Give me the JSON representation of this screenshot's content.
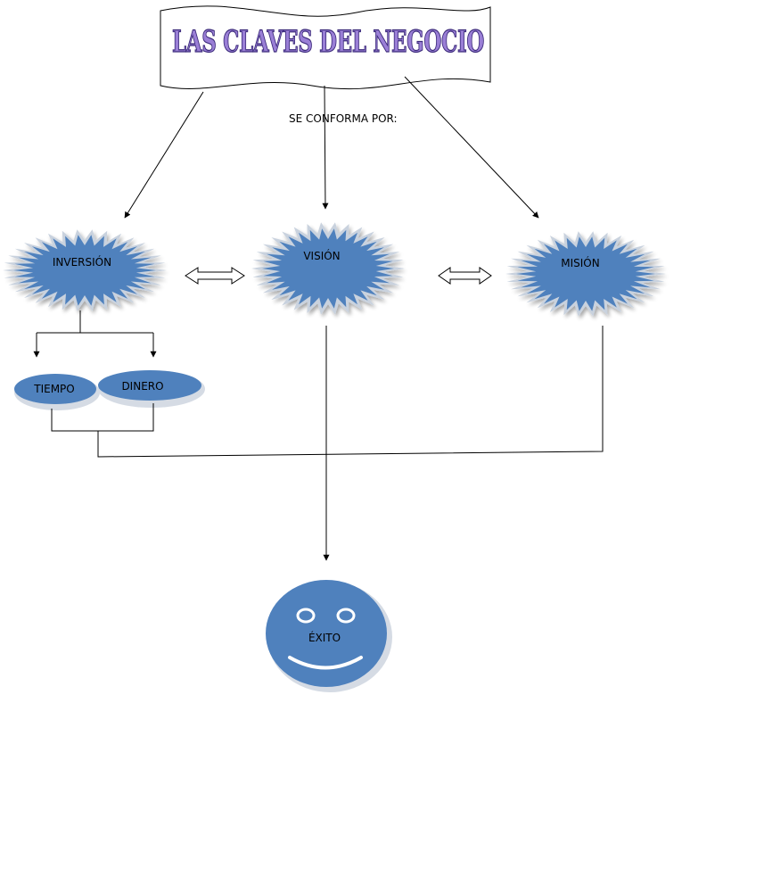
{
  "title": "LAS CLAVES DEL NEGOCIO",
  "connector_label": "SE CONFORMA POR:",
  "nodes": {
    "inversion": "INVERSIÓN",
    "vision": "VISIÓN",
    "mision": "MISIÓN",
    "tiempo": "TIEMPO",
    "dinero": "DINERO",
    "exito": "ÉXITO"
  },
  "colors": {
    "node_fill": "#4f81bd",
    "node_glow": "#c9d2de",
    "title_fill": "#9a7fd6",
    "title_stroke": "#3b2a7a",
    "line": "#000000"
  }
}
